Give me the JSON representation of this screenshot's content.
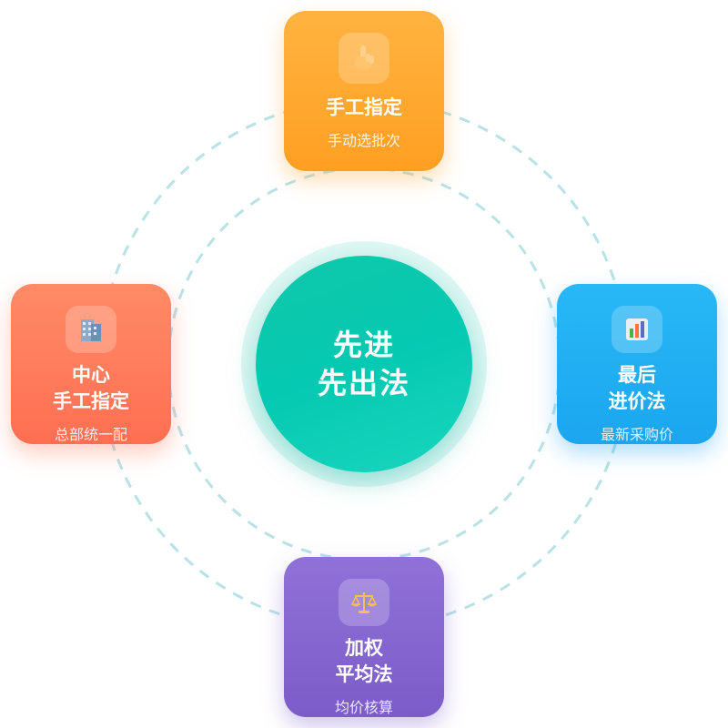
{
  "center": {
    "line1": "先进",
    "line2": "先出法"
  },
  "cards": {
    "top": {
      "title_lines": [
        "手工指定"
      ],
      "subtitle": "手动选批次",
      "icon": "pointing-hand-icon",
      "color": "#ffa52c"
    },
    "left": {
      "title_lines": [
        "中心",
        "手工指定"
      ],
      "subtitle": "总部统一配",
      "icon": "office-building-icon",
      "color": "#ff7a5a"
    },
    "right": {
      "title_lines": [
        "最后",
        "进价法"
      ],
      "subtitle": "最新采购价",
      "icon": "bar-chart-icon",
      "color": "#20adf2"
    },
    "bottom": {
      "title_lines": [
        "加权",
        "平均法"
      ],
      "subtitle": "均价核算",
      "icon": "balance-scale-icon",
      "color": "#8666cf"
    }
  },
  "colors": {
    "center": "#0cc8ad",
    "ring": "#b9e2e6"
  }
}
